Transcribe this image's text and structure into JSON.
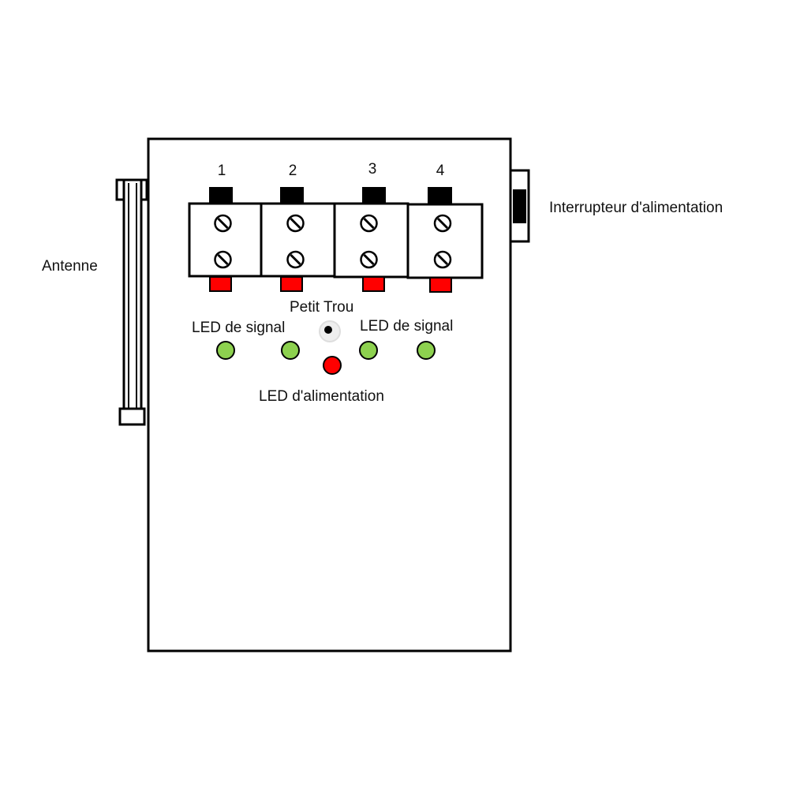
{
  "labels": {
    "antenna": "Antenne",
    "power_switch": "Interrupteur d'alimentation",
    "small_hole": "Petit Trou",
    "signal_led_left": "LED de signal",
    "signal_led_right": "LED de signal",
    "power_led": "LED d'alimentation"
  },
  "terminals": [
    {
      "number": "1"
    },
    {
      "number": "2"
    },
    {
      "number": "3"
    },
    {
      "number": "4"
    }
  ],
  "colors": {
    "outline": "#000000",
    "signal_led": "#8dd14f",
    "power_led": "#ff0000",
    "terminal_tab": "#ff0000",
    "terminal_top": "#000000"
  },
  "icons": {
    "screw": "screw-icon",
    "led": "led-icon",
    "hole": "hole-icon"
  }
}
